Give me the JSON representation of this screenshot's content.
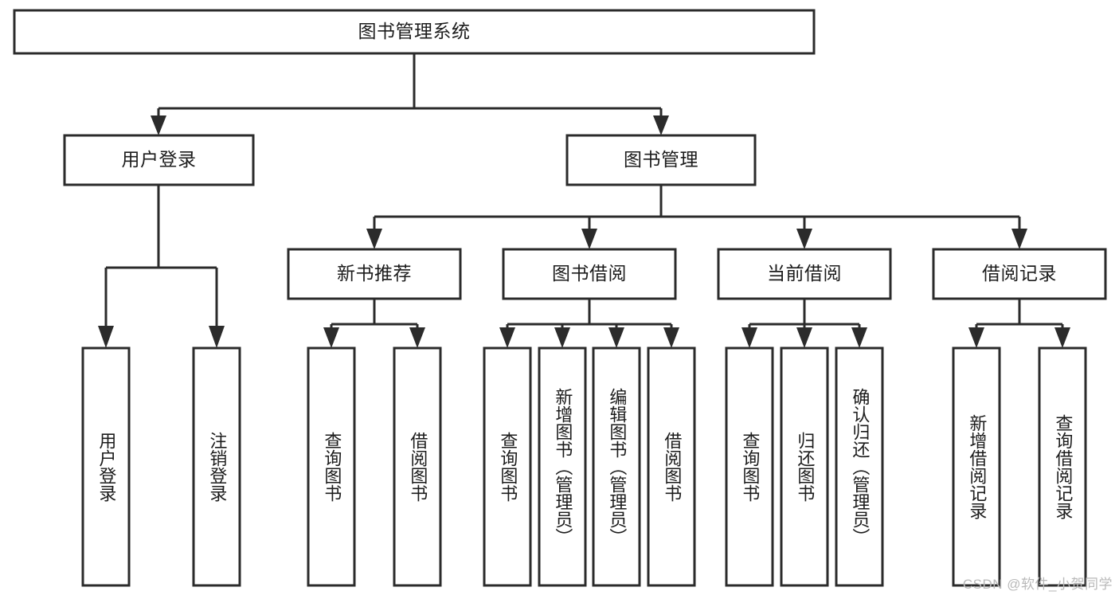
{
  "diagram": {
    "title": "图书管理系统",
    "type": "tree",
    "root": {
      "id": "root",
      "label": "图书管理系统",
      "orientation": "horizontal"
    },
    "level2": [
      {
        "id": "user-login",
        "label": "用户登录",
        "orientation": "horizontal"
      },
      {
        "id": "book-management",
        "label": "图书管理",
        "orientation": "horizontal"
      }
    ],
    "level3": [
      {
        "id": "new-book-recommend",
        "label": "新书推荐",
        "orientation": "horizontal",
        "parent": "book-management"
      },
      {
        "id": "book-borrow",
        "label": "图书借阅",
        "orientation": "horizontal",
        "parent": "book-management"
      },
      {
        "id": "current-borrow",
        "label": "当前借阅",
        "orientation": "horizontal",
        "parent": "book-management"
      },
      {
        "id": "borrow-record",
        "label": "借阅记录",
        "orientation": "horizontal",
        "parent": "book-management"
      }
    ],
    "leaves": [
      {
        "id": "leaf-user-login",
        "label": "用户登录",
        "orientation": "vertical",
        "parent": "user-login"
      },
      {
        "id": "leaf-user-logout",
        "label": "注销登录",
        "orientation": "vertical",
        "parent": "user-login"
      },
      {
        "id": "leaf-query-book-1",
        "label": "查询图书",
        "orientation": "vertical",
        "parent": "new-book-recommend"
      },
      {
        "id": "leaf-borrow-book-1",
        "label": "借阅图书",
        "orientation": "vertical",
        "parent": "new-book-recommend"
      },
      {
        "id": "leaf-query-book-2",
        "label": "查询图书",
        "orientation": "vertical",
        "parent": "book-borrow"
      },
      {
        "id": "leaf-add-book",
        "label": "新增图书（管理员）",
        "orientation": "vertical",
        "parent": "book-borrow"
      },
      {
        "id": "leaf-edit-book",
        "label": "编辑图书（管理员）",
        "orientation": "vertical",
        "parent": "book-borrow"
      },
      {
        "id": "leaf-borrow-book-2",
        "label": "借阅图书",
        "orientation": "vertical",
        "parent": "book-borrow"
      },
      {
        "id": "leaf-query-book-3",
        "label": "查询图书",
        "orientation": "vertical",
        "parent": "current-borrow"
      },
      {
        "id": "leaf-return-book",
        "label": "归还图书",
        "orientation": "vertical",
        "parent": "current-borrow"
      },
      {
        "id": "leaf-confirm-return",
        "label": "确认归还（管理员）",
        "orientation": "vertical",
        "parent": "current-borrow"
      },
      {
        "id": "leaf-add-record",
        "label": "新增借阅记录",
        "orientation": "vertical",
        "parent": "borrow-record"
      },
      {
        "id": "leaf-query-record",
        "label": "查询借阅记录",
        "orientation": "vertical",
        "parent": "borrow-record"
      }
    ],
    "colors": {
      "stroke": "#2b2b2b",
      "fill": "#ffffff",
      "text": "#1c1c1c",
      "watermark": "#b9b9b9"
    }
  },
  "watermark": {
    "text": "CSDN @软件_小贺同学"
  }
}
